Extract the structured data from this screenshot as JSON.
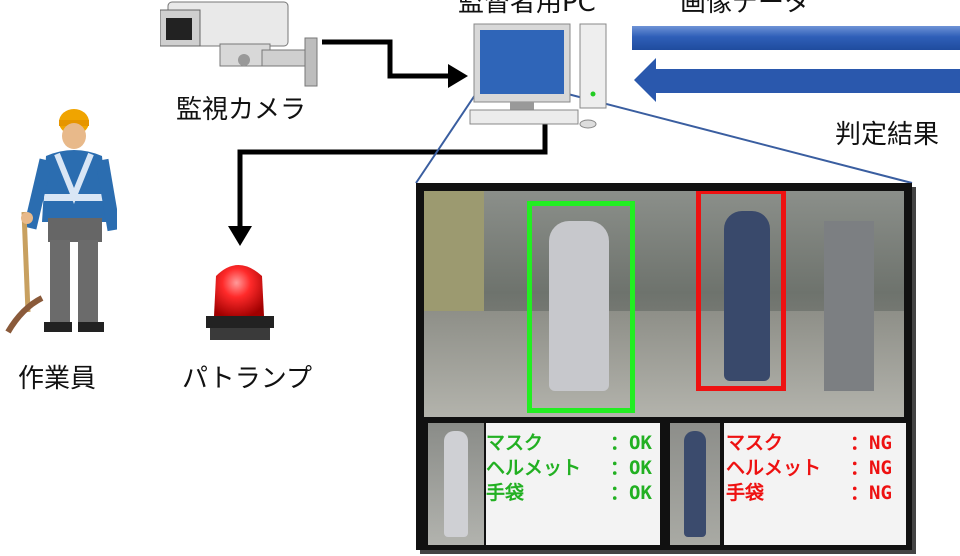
{
  "labels": {
    "camera": "監視カメラ",
    "pc": "監督者用PC",
    "image_data": "画像データ",
    "result": "判定結果",
    "worker": "作業員",
    "lamp": "パトランプ"
  },
  "detections": [
    {
      "status": "ok",
      "color": "#2ecc2e",
      "rows": [
        {
          "item": "マスク",
          "sep": "：",
          "value": "OK"
        },
        {
          "item": "ヘルメット",
          "sep": "：",
          "value": "OK"
        },
        {
          "item": "手袋",
          "sep": "：",
          "value": "OK"
        }
      ]
    },
    {
      "status": "ng",
      "color": "#e8202a",
      "rows": [
        {
          "item": "マスク",
          "sep": "：",
          "value": "NG"
        },
        {
          "item": "ヘルメット",
          "sep": "：",
          "value": "NG"
        },
        {
          "item": "手袋",
          "sep": "：",
          "value": "NG"
        }
      ]
    }
  ],
  "colors": {
    "arrow_blue": "#2f5fb8",
    "ok": "#2ecc2e",
    "ng": "#e8202a"
  },
  "icons": [
    "security-camera-icon",
    "desktop-pc-icon",
    "patrol-lamp-icon",
    "worker-icon"
  ]
}
